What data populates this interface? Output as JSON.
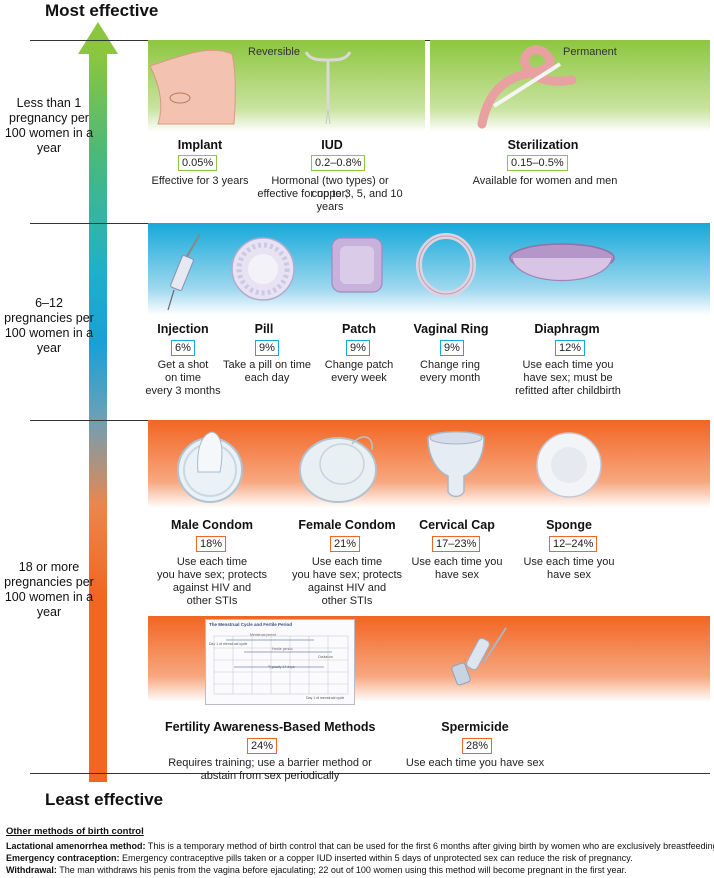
{
  "header": {
    "top_label": "Most effective",
    "bottom_label": "Least effective"
  },
  "tiers": [
    {
      "label": "Less than 1 pregnancy per 100 women in a year"
    },
    {
      "label": "6–12 pregnancies per 100 women in a year"
    },
    {
      "label": "18 or more pregnancies per 100 women in a year"
    }
  ],
  "band_tags": {
    "reversible": "Reversible",
    "permanent": "Permanent"
  },
  "methods": {
    "implant": {
      "name": "Implant",
      "rate": "0.05%",
      "desc": "Effective for 3 years"
    },
    "iud": {
      "name": "IUD",
      "rate": "0.2–0.8%",
      "desc1": "Hormonal (two types) or copper;",
      "desc2": "effective for up to 3, 5, and 10 years"
    },
    "sterilization": {
      "name": "Sterilization",
      "rate": "0.15–0.5%",
      "desc": "Available for women and men"
    },
    "injection": {
      "name": "Injection",
      "rate": "6%",
      "desc1": "Get a shot",
      "desc2": "on time",
      "desc3": "every 3 months"
    },
    "pill": {
      "name": "Pill",
      "rate": "9%",
      "desc1": "Take a pill on time",
      "desc2": "each day"
    },
    "patch": {
      "name": "Patch",
      "rate": "9%",
      "desc1": "Change patch",
      "desc2": "every week"
    },
    "ring": {
      "name": "Vaginal Ring",
      "rate": "9%",
      "desc1": "Change ring",
      "desc2": "every month"
    },
    "diaphragm": {
      "name": "Diaphragm",
      "rate": "12%",
      "desc1": "Use each time you",
      "desc2": "have sex; must be",
      "desc3": "refitted after childbirth"
    },
    "male_condom": {
      "name": "Male Condom",
      "rate": "18%",
      "desc1": "Use each time",
      "desc2": "you have sex; protects",
      "desc3": "against HIV and",
      "desc4": "other STIs"
    },
    "female_condom": {
      "name": "Female Condom",
      "rate": "21%",
      "desc1": "Use each time",
      "desc2": "you have sex; protects",
      "desc3": "against HIV and",
      "desc4": "other STIs"
    },
    "cervical_cap": {
      "name": "Cervical Cap",
      "rate": "17–23%",
      "desc1": "Use each time you",
      "desc2": "have sex"
    },
    "sponge": {
      "name": "Sponge",
      "rate": "12–24%",
      "desc1": "Use each time you",
      "desc2": "have sex"
    },
    "fertility": {
      "name": "Fertility Awareness-Based Methods",
      "rate": "24%",
      "desc1": "Requires training; use a barrier method or",
      "desc2": "abstain from sex periodically"
    },
    "spermicide": {
      "name": "Spermicide",
      "rate": "28%",
      "desc": "Use each time you have sex"
    }
  },
  "chart_card": {
    "title": "The Menstrual Cycle and Fertile Period",
    "menstrual": "Menstrual period",
    "day1": "Day 1 of menstrual cycle",
    "fertile": "Fertile period",
    "ovulation": "Ovulation",
    "typically": "Typically 14 days",
    "day1b": "Day 1 of menstrual cycle"
  },
  "footer": {
    "title": "Other methods of birth control",
    "lam_label": "Lactational amenorrhea method:",
    "lam_text": " This is a temporary method of birth control that can be used for the first 6 months after giving birth by women who are exclusively breastfeeding.",
    "ec_label": "Emergency contraception:",
    "ec_text": " Emergency contraceptive pills taken or a copper IUD inserted within 5 days of unprotected sex can reduce the risk of pregnancy.",
    "w_label": "Withdrawal:",
    "w_text": " The man withdraws his penis from the vagina before ejaculating; 22 out of 100 women using this method will become pregnant in the first year."
  },
  "colors": {
    "green": "#8dc63f",
    "blue": "#16a9da",
    "orange": "#f26522"
  }
}
